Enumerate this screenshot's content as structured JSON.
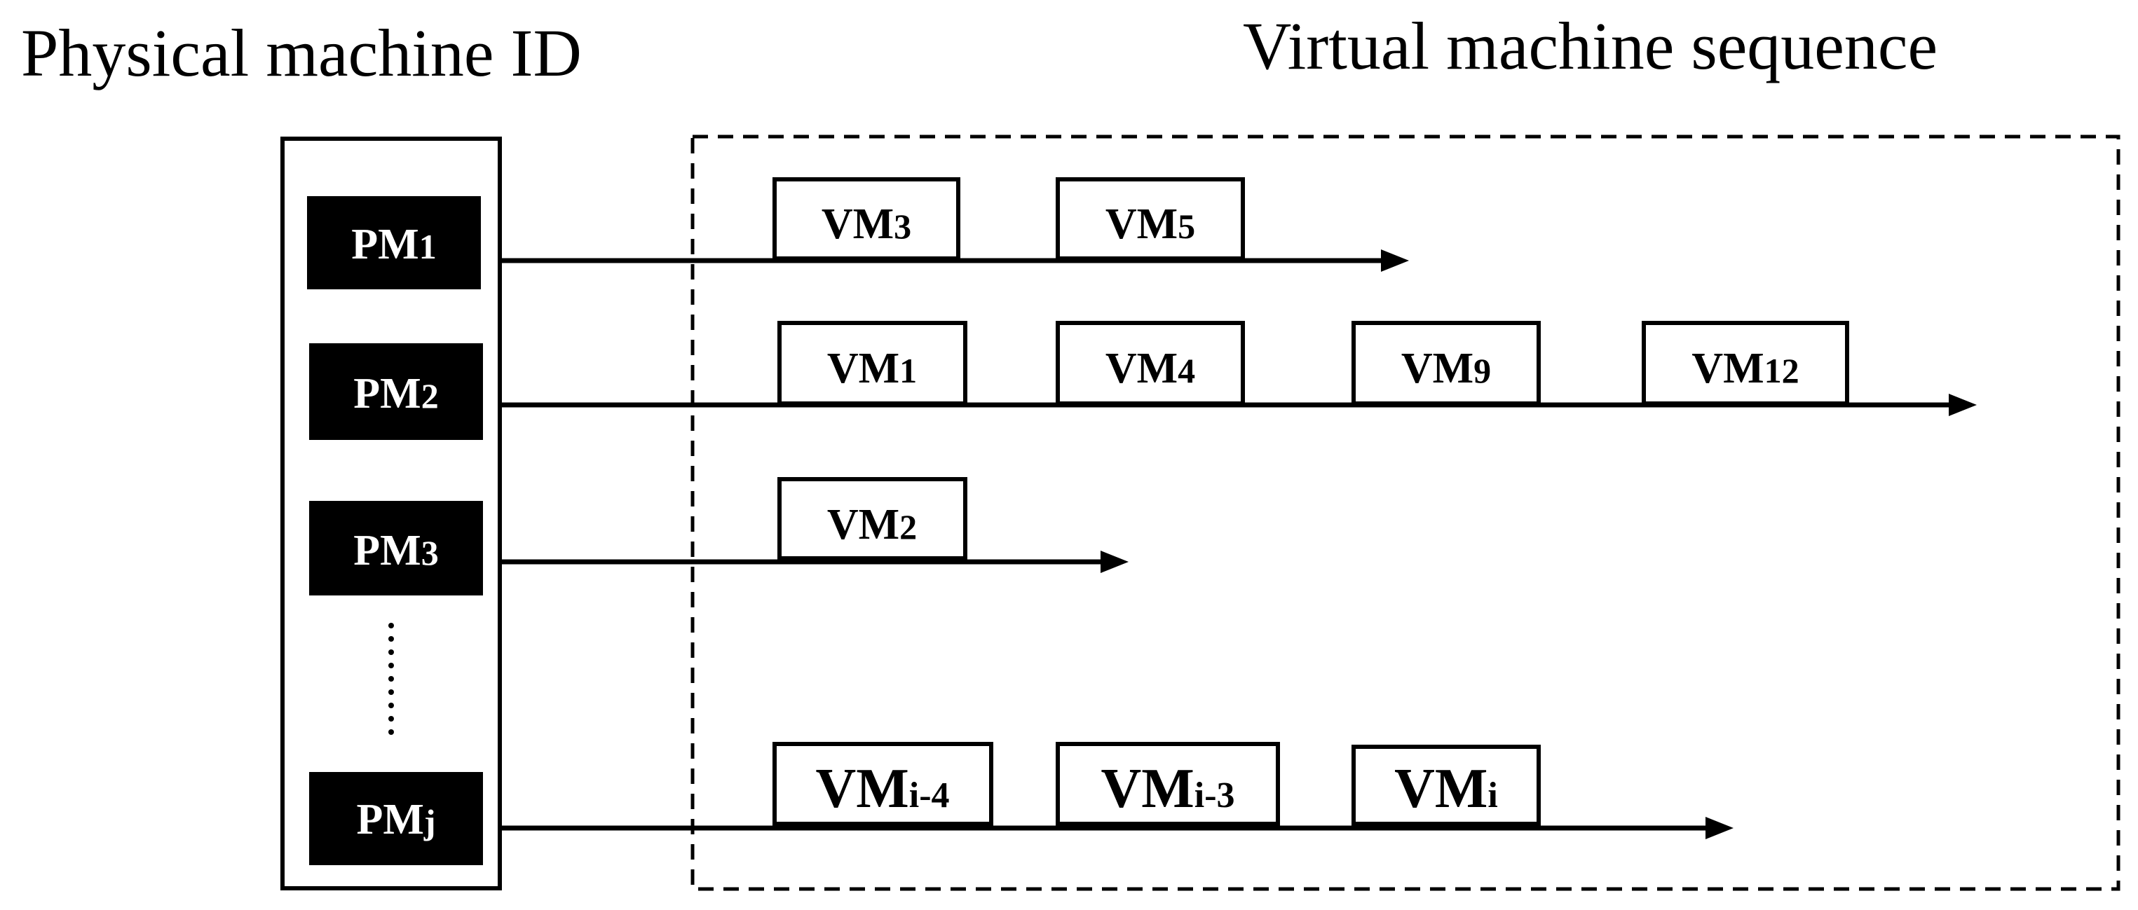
{
  "headings": {
    "physical_machine_id": "Physical machine ID",
    "virtual_machine_sequence": "Virtual machine sequence"
  },
  "rows": [
    {
      "pm": {
        "base": "PM",
        "sub": "1"
      },
      "vms": [
        {
          "base": "VM",
          "sub": "3"
        },
        {
          "base": "VM",
          "sub": "5"
        }
      ]
    },
    {
      "pm": {
        "base": "PM",
        "sub": "2"
      },
      "vms": [
        {
          "base": "VM",
          "sub": "1"
        },
        {
          "base": "VM",
          "sub": "4"
        },
        {
          "base": "VM",
          "sub": "9"
        },
        {
          "base": "VM",
          "sub": "12"
        }
      ]
    },
    {
      "pm": {
        "base": "PM",
        "sub": "3"
      },
      "vms": [
        {
          "base": "VM",
          "sub": "2"
        }
      ]
    },
    {
      "pm": {
        "base": "PM",
        "sub": "j"
      },
      "vms": [
        {
          "base": "VM",
          "sub": "i-4"
        },
        {
          "base": "VM",
          "sub": "i-3"
        },
        {
          "base": "VM",
          "sub": "i"
        }
      ]
    }
  ],
  "ellipsis_icon": "vertical-ellipsis",
  "colors": {
    "ink": "#000000",
    "background": "#ffffff",
    "pm_label_text": "#ffffff"
  }
}
